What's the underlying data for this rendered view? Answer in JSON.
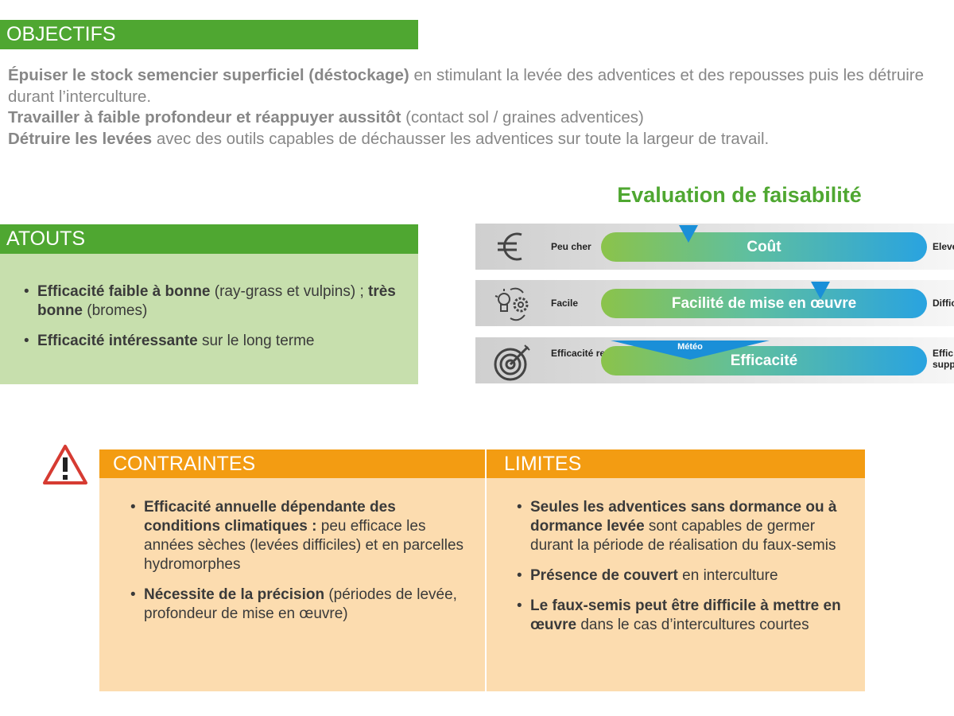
{
  "objectifs": {
    "title": "OBJECTIFS",
    "l1_bold": "Épuiser le stock semencier superficiel (déstockage)",
    "l1_text": " en stimulant la levée des adventices et des repousses puis les détruire durant l’interculture.",
    "l2_bold": "Travailler à faible profondeur et réappuyer aussitôt",
    "l2_text": " (contact sol / graines adventices)",
    "l3_bold": "Détruire les levées",
    "l3_text": " avec des outils capables de déchausser les adventices sur toute la largeur de travail."
  },
  "atouts": {
    "title": "ATOUTS",
    "i1_bold1": "Efficacité faible à bonne",
    "i1_text1": " (ray-grass et vulpins) ; ",
    "i1_bold2": "très bonne",
    "i1_text2": " (bromes)",
    "i2_bold": "Efficacité intéressante",
    "i2_text": " sur le long terme"
  },
  "evaluation": {
    "title": "Evaluation de faisabilité",
    "rows": [
      {
        "icon": "euro-icon",
        "left": "Peu cher",
        "bar": "Coût",
        "right": "Eleve",
        "marker": 0.27
      },
      {
        "icon": "lightbulb-gears-icon",
        "left": "Facile",
        "bar": "Facilité de mise en œuvre",
        "right": "Diffic",
        "marker": 0.67
      },
      {
        "icon": "target-icon",
        "left": "Efficacité reconnue",
        "bar": "Efficacité",
        "right": "Effic supp",
        "meteo": "Météo"
      }
    ]
  },
  "contraintes": {
    "title": "CONTRAINTES",
    "i1_bold": "Efficacité annuelle dépendante des conditions climatiques :",
    "i1_text": " peu efficace les années sèches (levées difficiles) et en parcelles hydromorphes",
    "i2_bold": "Nécessite de la précision",
    "i2_text": " (périodes de levée, profondeur de mise en œuvre)"
  },
  "limites": {
    "title": "LIMITES",
    "i1_bold": "Seules les adventices sans dormance ou à dormance levée",
    "i1_text": " sont capables de germer durant la période de réalisation du faux-semis",
    "i2_bold": "Présence de couvert",
    "i2_text": " en interculture",
    "i3_bold": "Le faux-semis peut être difficile à mettre en œuvre",
    "i3_text": " dans le cas d’intercultures courtes"
  },
  "colors": {
    "green": "#4fa731",
    "orange": "#f39c12",
    "light_green": "#c7dfad",
    "light_orange": "#fcdcaf",
    "marker_blue": "#1a8fd8"
  }
}
